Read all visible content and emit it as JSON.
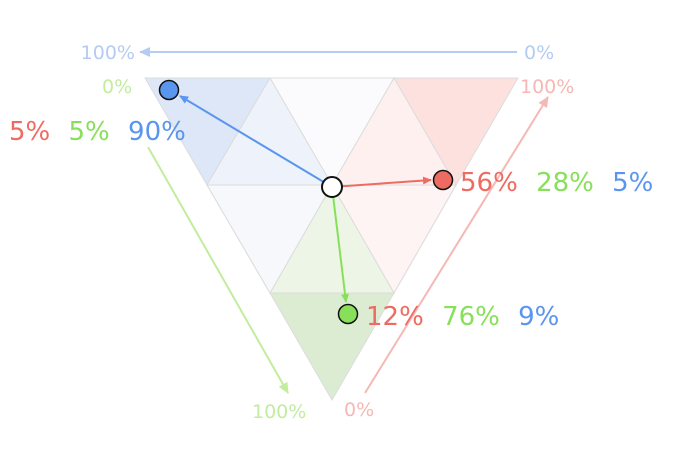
{
  "colors": {
    "red": "#ee6b62",
    "green": "#88e05a",
    "blue": "#5a95ee",
    "red_light": "#f5b8b4",
    "green_light": "#c2ec9e",
    "blue_light": "#b4ccf2",
    "red_fill": "#fde3e1",
    "green_fill": "#dfeed6",
    "blue_fill": "#e1e9f8",
    "neutral_fill": "#f5f7fb"
  },
  "axes": {
    "blue_axis": {
      "start": "100%",
      "end": "0%"
    },
    "green_axis": {
      "start": "0%",
      "end": "100%"
    },
    "red_axis": {
      "start": "0%",
      "end": "100%"
    }
  },
  "points": [
    {
      "id": "blue",
      "r": "5%",
      "g": "5%",
      "b": "90%"
    },
    {
      "id": "red",
      "r": "56%",
      "g": "28%",
      "b": "5%"
    },
    {
      "id": "green",
      "r": "12%",
      "g": "76%",
      "b": "9%"
    }
  ]
}
